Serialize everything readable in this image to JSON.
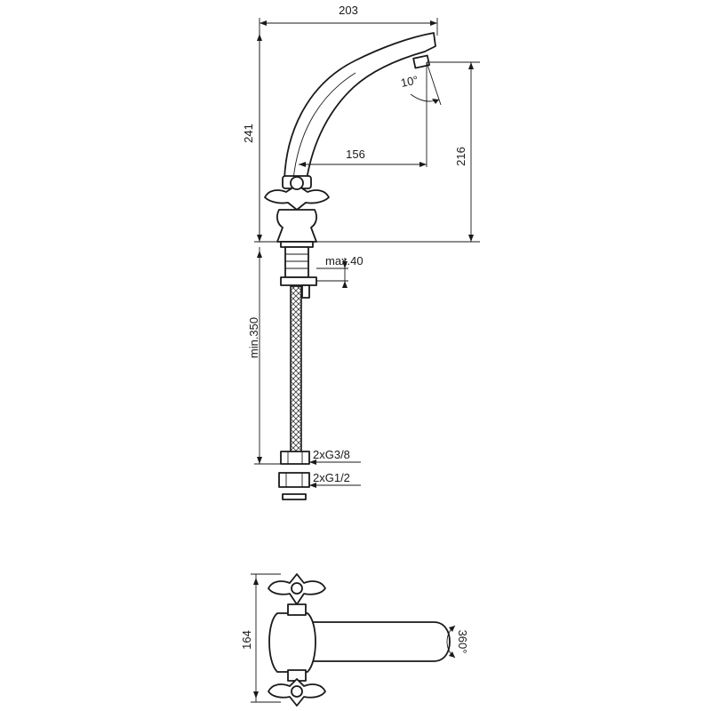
{
  "dimensions": {
    "width_top": "203",
    "height_total": "241",
    "reach": "156",
    "height_spout": "216",
    "angle": "10°",
    "max_thickness": "max.40",
    "hose_length": "min.350",
    "connection_upper": "2xG3/8",
    "connection_lower": "2xG1/2",
    "plan_width": "164",
    "rotation": "360°"
  }
}
